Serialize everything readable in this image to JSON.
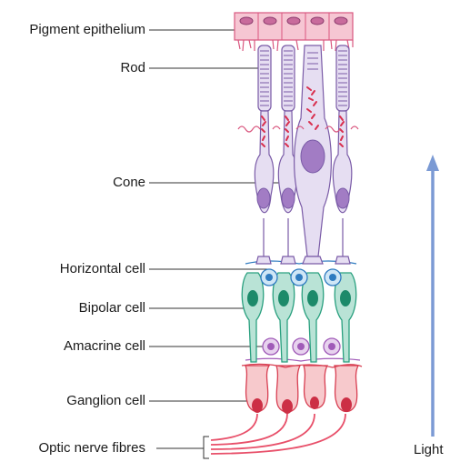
{
  "labels": [
    {
      "id": "pigment-epithelium",
      "text": "Pigment epithelium"
    },
    {
      "id": "rod",
      "text": "Rod"
    },
    {
      "id": "cone",
      "text": "Cone"
    },
    {
      "id": "horizontal-cell",
      "text": "Horizontal cell"
    },
    {
      "id": "bipolar-cell",
      "text": "Bipolar cell"
    },
    {
      "id": "amacrine-cell",
      "text": "Amacrine cell"
    },
    {
      "id": "ganglion-cell",
      "text": "Ganglion cell"
    },
    {
      "id": "optic-nerve-fibres",
      "text": "Optic nerve fibres"
    }
  ],
  "light_label": "Light",
  "colors": {
    "epithelium_fill": "#f6c6d3",
    "epithelium_stroke": "#d9577f",
    "photoreceptor_fill": "#e6def2",
    "photoreceptor_stroke": "#7a5ba7",
    "nucleus_purple": "#a27cc4",
    "mito_red": "#d9304f",
    "horizontal_fill": "#cfe6f6",
    "horizontal_stroke": "#2f7bc0",
    "bipolar_fill": "#b9e3d6",
    "bipolar_stroke": "#2aa07f",
    "bipolar_nucleus": "#1c8a6a",
    "amacrine_fill": "#e7d2ee",
    "amacrine_stroke": "#a05bb8",
    "ganglion_fill": "#f7c9cc",
    "ganglion_stroke": "#d83f52",
    "ganglion_nucleus": "#cc2f45",
    "arrow": "#7b9ad4"
  }
}
